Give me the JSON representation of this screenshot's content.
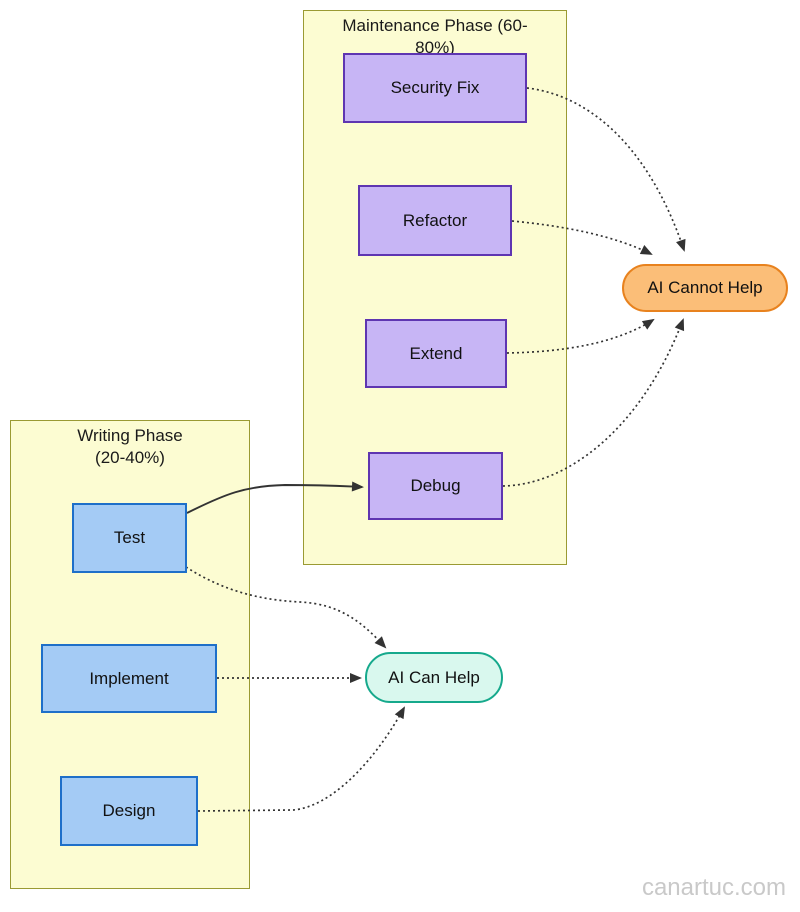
{
  "diagram": {
    "clusters": {
      "maintenance": {
        "label": "Maintenance Phase (60-80%)"
      },
      "writing": {
        "label": "Writing Phase (20-40%)"
      }
    },
    "nodes": {
      "security_fix": {
        "label": "Security Fix"
      },
      "refactor": {
        "label": "Refactor"
      },
      "extend": {
        "label": "Extend"
      },
      "debug": {
        "label": "Debug"
      },
      "test": {
        "label": "Test"
      },
      "implement": {
        "label": "Implement"
      },
      "design": {
        "label": "Design"
      },
      "ai_cannot_help": {
        "label": "AI Cannot Help"
      },
      "ai_can_help": {
        "label": "AI Can Help"
      }
    },
    "edges": [
      {
        "from": "Security Fix",
        "to": "AI Cannot Help",
        "style": "dotted"
      },
      {
        "from": "Refactor",
        "to": "AI Cannot Help",
        "style": "dotted"
      },
      {
        "from": "Extend",
        "to": "AI Cannot Help",
        "style": "dotted"
      },
      {
        "from": "Debug",
        "to": "AI Cannot Help",
        "style": "dotted"
      },
      {
        "from": "Test",
        "to": "Debug",
        "style": "solid"
      },
      {
        "from": "Test",
        "to": "AI Can Help",
        "style": "dotted"
      },
      {
        "from": "Implement",
        "to": "AI Can Help",
        "style": "dotted"
      },
      {
        "from": "Design",
        "to": "AI Can Help",
        "style": "dotted"
      }
    ],
    "colors": {
      "cluster_fill": "#FCFCD2",
      "cluster_border": "#9A9A33",
      "purple_fill": "#C7B5F5",
      "purple_border": "#5E35B1",
      "blue_fill": "#A4CBF5",
      "blue_border": "#1E6FC9",
      "orange_fill": "#FBBE78",
      "orange_border": "#E8821E",
      "teal_fill": "#D9F8EE",
      "teal_border": "#16A98C",
      "edge": "#333333"
    }
  },
  "watermark": {
    "text": "canartuc.com"
  }
}
